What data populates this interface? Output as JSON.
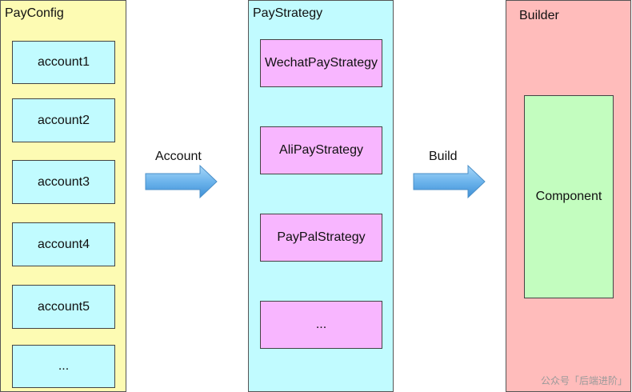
{
  "pay_config": {
    "title": "PayConfig",
    "items": [
      "account1",
      "account2",
      "account3",
      "account4",
      "account5",
      "..."
    ]
  },
  "arrow_account": {
    "label": "Account"
  },
  "pay_strategy": {
    "title": "PayStrategy",
    "items": [
      "WechatPayStrategy",
      "AliPayStrategy",
      "PayPalStrategy",
      "..."
    ]
  },
  "arrow_build": {
    "label": "Build"
  },
  "builder": {
    "title": "Builder",
    "component": "Component"
  },
  "watermark": "公众号「后端进阶」",
  "colors": {
    "pay_config_bg": "#fdfbb3",
    "pay_strategy_bg": "#c1fbff",
    "builder_bg": "#ffbcbb",
    "account_box": "#c1fbff",
    "strategy_box": "#f8b6ff",
    "component_box": "#c3fdbf",
    "arrow_fill": "#6cb4ec"
  }
}
